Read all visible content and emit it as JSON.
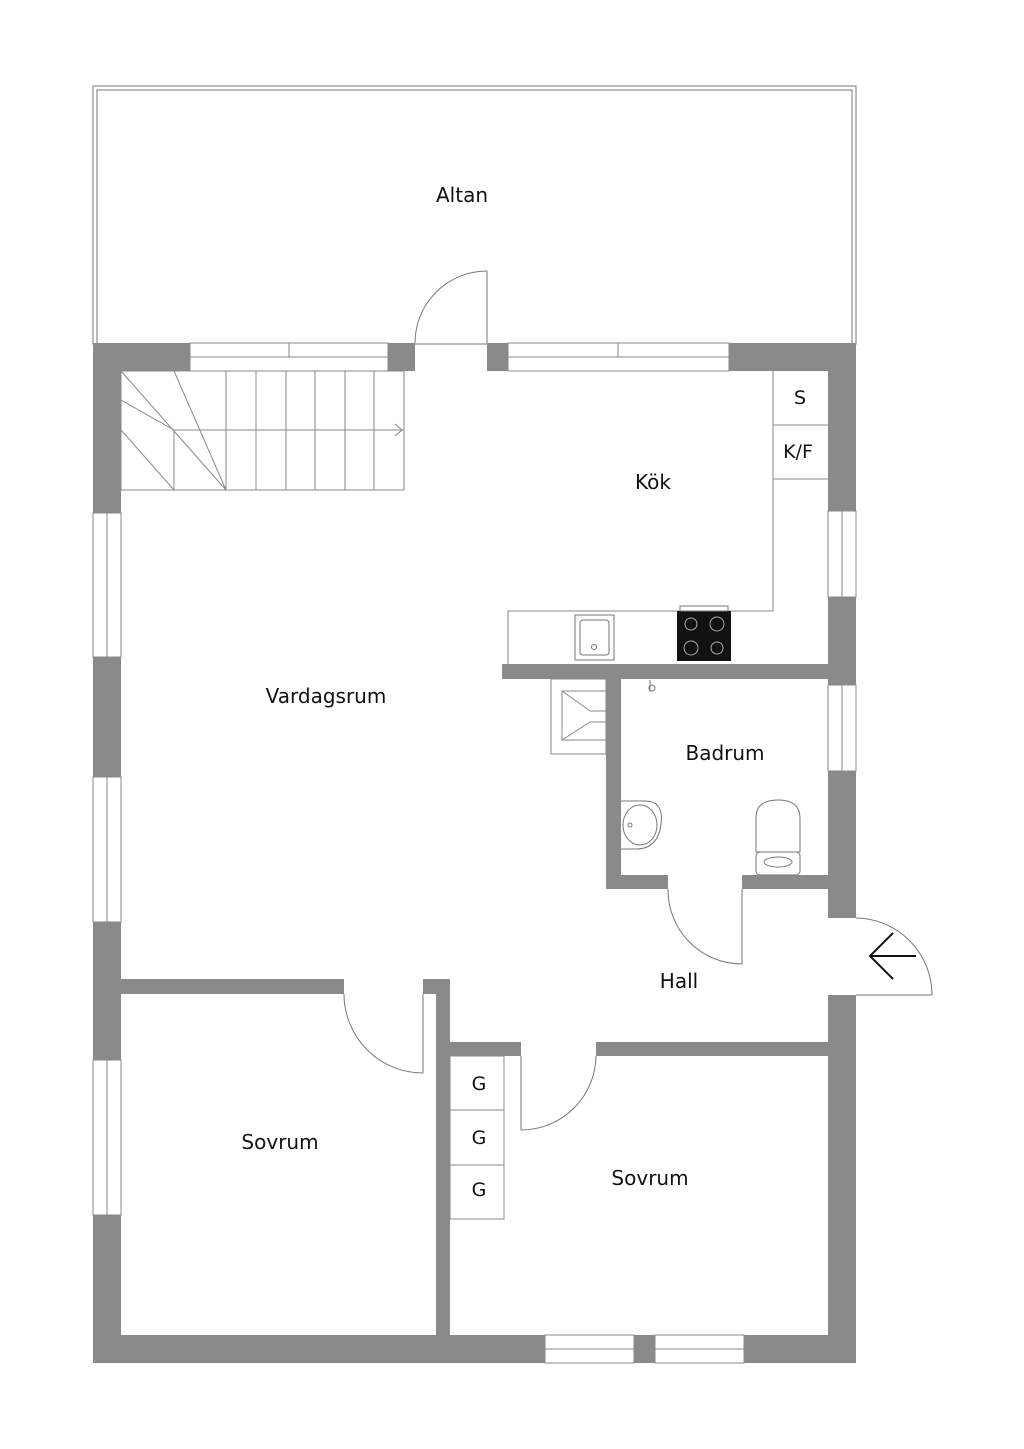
{
  "rooms": {
    "altan": "Altan",
    "kok": "Kök",
    "vardagsrum": "Vardagsrum",
    "badrum": "Badrum",
    "hall": "Hall",
    "sovrum_left": "Sovrum",
    "sovrum_right": "Sovrum"
  },
  "fixtures": {
    "s": "S",
    "kf": "K/F",
    "g1": "G",
    "g2": "G",
    "g3": "G"
  },
  "colors": {
    "wall": "#8a8a8a",
    "line": "#555555",
    "background": "#ffffff"
  },
  "icons": [
    "stair-icon",
    "sink-icon",
    "stove-icon",
    "washbasin-icon",
    "toilet-icon",
    "shower-icon",
    "door-swing-icon",
    "entrance-arrow-icon"
  ]
}
